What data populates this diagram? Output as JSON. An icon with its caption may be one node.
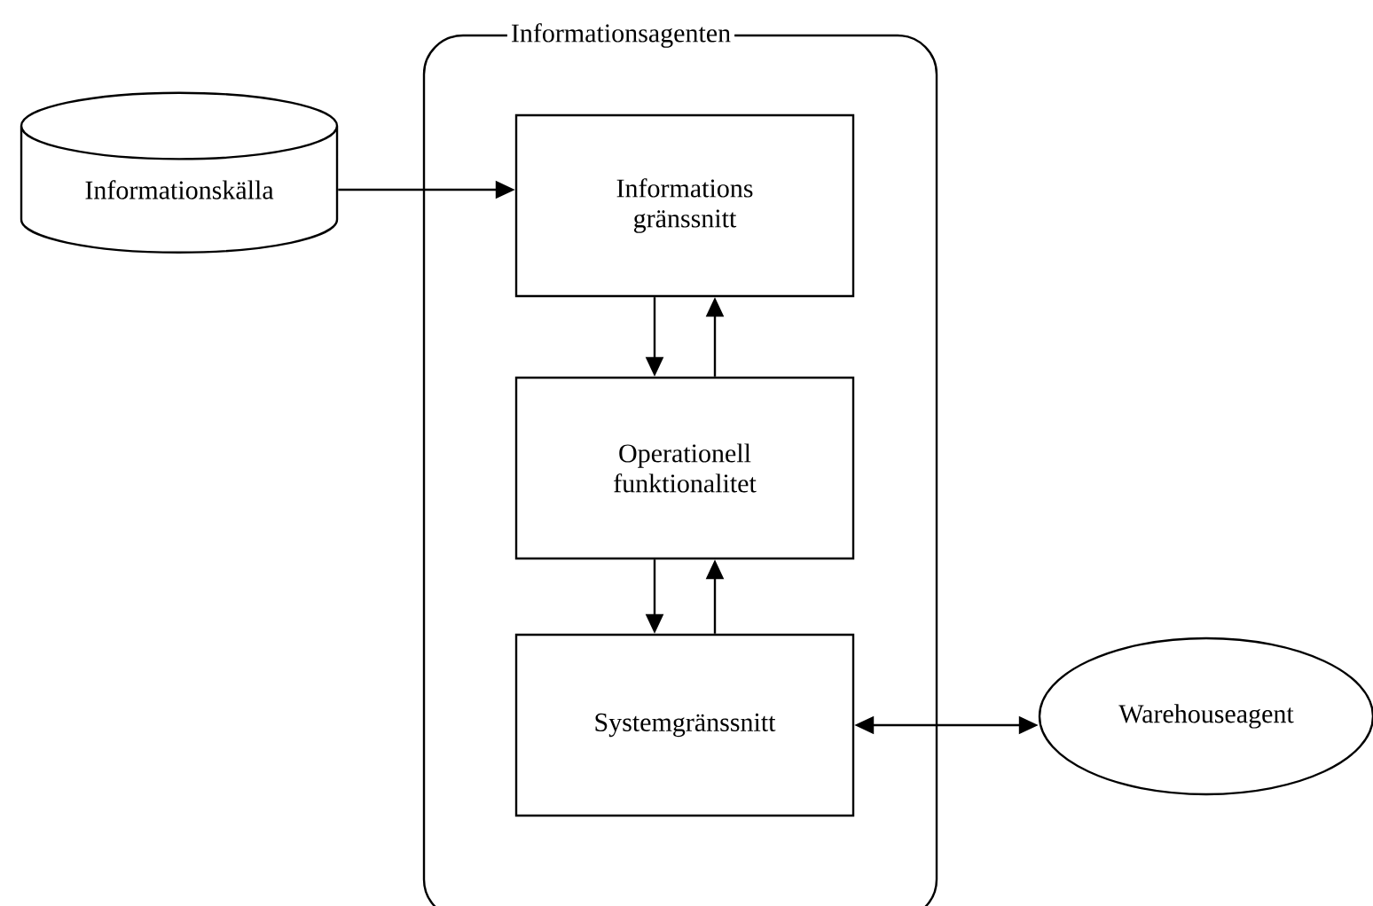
{
  "diagram": {
    "nodes": [
      {
        "text": [
          "Informationsagenten"
        ]
      },
      {
        "text": [
          "Informationskälla"
        ]
      },
      {
        "text": [
          "Informations gränssnitt"
        ],
        "in": 0
      },
      {
        "text": [
          "Operationell funktionalitet"
        ],
        "in": 0
      },
      {
        "text": [
          "Systemgränssnitt"
        ],
        "in": 0
      },
      {
        "text": [
          "Warehouseagent"
        ]
      }
    ],
    "edges": [
      {
        "from": 1,
        "to": 2,
        "arrow": "to"
      },
      {
        "from": 2,
        "to": 3,
        "arrow": "to"
      },
      {
        "from": 3,
        "to": 2,
        "arrow": "to"
      },
      {
        "from": 3,
        "to": 4,
        "arrow": "to"
      },
      {
        "from": 4,
        "to": 3,
        "arrow": "to"
      },
      {
        "from": 4,
        "to": 5,
        "arrow": "both"
      }
    ]
  }
}
